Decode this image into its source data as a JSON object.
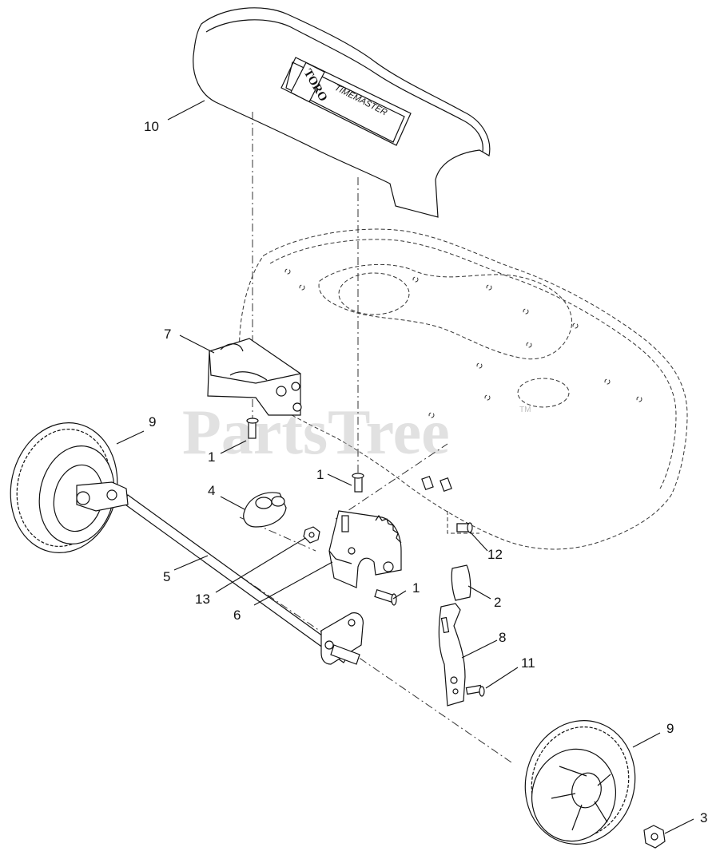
{
  "watermark": "PartsTree",
  "watermark_tm": "TM",
  "logo": {
    "brand": "TORO",
    "model": "TIMEMASTER"
  },
  "callouts": {
    "c1a": "1",
    "c1b": "1",
    "c1c": "1",
    "c2": "2",
    "c3": "3",
    "c4": "4",
    "c5": "5",
    "c6": "6",
    "c7": "7",
    "c8": "8",
    "c9a": "9",
    "c9b": "9",
    "c10": "10",
    "c11": "11",
    "c12": "12",
    "c13": "13"
  }
}
